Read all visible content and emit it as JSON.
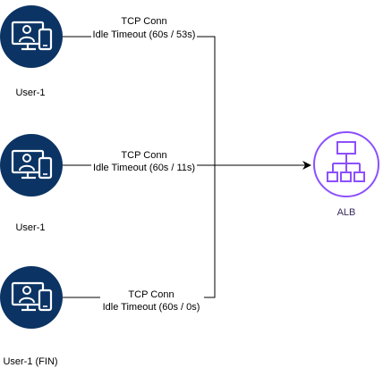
{
  "colors": {
    "user_circle": "#0b3464",
    "alb": "#8c4fff",
    "line": "#000000",
    "text": "#000000"
  },
  "users": [
    {
      "name": "User-1",
      "conn_line1": "TCP Conn",
      "conn_line2": "Idle Timeout (60s / 53s)",
      "icon": "user-devices-icon"
    },
    {
      "name": "User-1",
      "conn_line1": "TCP Conn",
      "conn_line2": "Idle Timeout (60s / 11s)",
      "icon": "user-devices-icon"
    },
    {
      "name": "User-1 (FIN)",
      "conn_line1": "TCP Conn",
      "conn_line2": "Idle Timeout (60s / 0s)",
      "icon": "user-devices-icon"
    }
  ],
  "alb": {
    "label": "ALB",
    "icon": "load-balancer-icon"
  }
}
